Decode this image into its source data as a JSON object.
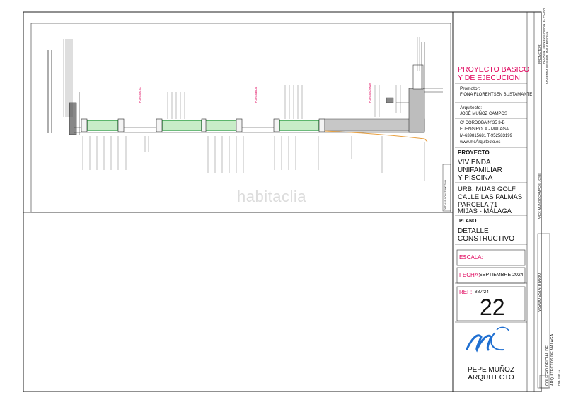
{
  "project": {
    "title_line1": "PROYECTO BASICO",
    "title_line2": "Y DE EJECUCION"
  },
  "promoter": {
    "label": "Promotor:",
    "name": "FIONA FLORENTSEN BUSTAMANTE"
  },
  "architect": {
    "label": "Arquitecto:",
    "name": "JOSÉ MUÑOZ CAMPOS"
  },
  "office": {
    "address1": "C/ CORDOBA Nº35  3-B",
    "address2": "FUENGIROLA - MALAGA",
    "phones": "M-639815681 T-952583199",
    "web": "www.mcArquitecto.es"
  },
  "proyecto": {
    "heading": "PROYECTO",
    "line1": "VIVIENDA",
    "line2": "UNIFAMILIAR",
    "line3": "Y PISCINA"
  },
  "location": {
    "line1": "URB. MIJAS GOLF",
    "line2": "CALLE LAS PALMAS",
    "line3": "PARCELA 71",
    "line4": "MIJAS - MÁLAGA"
  },
  "plano": {
    "heading": "PLANO",
    "line1": "DETALLE",
    "line2": "CONSTRUCTIVO"
  },
  "escala": {
    "label": "ESCALA:"
  },
  "fecha": {
    "label": "FECHA:",
    "value": "SEPTIEMBRE 2024"
  },
  "ref": {
    "label": "REF:",
    "code": "887/24",
    "number": "22"
  },
  "firm": {
    "line1": "PEPE MUÑOZ",
    "line2": "ARQUITECTO"
  },
  "visado": {
    "line1": "VISADO ESTATUTARIO",
    "line2": "COLEGIO OFICIAL DE",
    "line3": "ARQUITECTOS DE MÁLAGA"
  },
  "side_labels": {
    "promotor_side": "PROMOTOR:",
    "promotor_side_value": "FLORENTSEN BUSTAMANTE, FIONA",
    "project_side": "VIVIENDA UNIFAMILIAR Y PISCINA",
    "arq_side": "ARQ.: MUÑOZ CAMPOS, JOSÉ",
    "page": "Pág. 8 de 12"
  },
  "drawing": {
    "zone_labels": [
      "PLANTA ALTA",
      "PLANTA BAJA",
      "PLANTA SÓTANO"
    ],
    "detail_tag": "DETALLE CONSTRUCTIVO",
    "watermark": "habitaclia"
  },
  "colors": {
    "accent": "#e0005a",
    "slab_green": "#2f9e44",
    "slab_inner": "#c8ecc8",
    "terrain_gray": "#c7c7c7",
    "orange_line": "#e8a040"
  }
}
